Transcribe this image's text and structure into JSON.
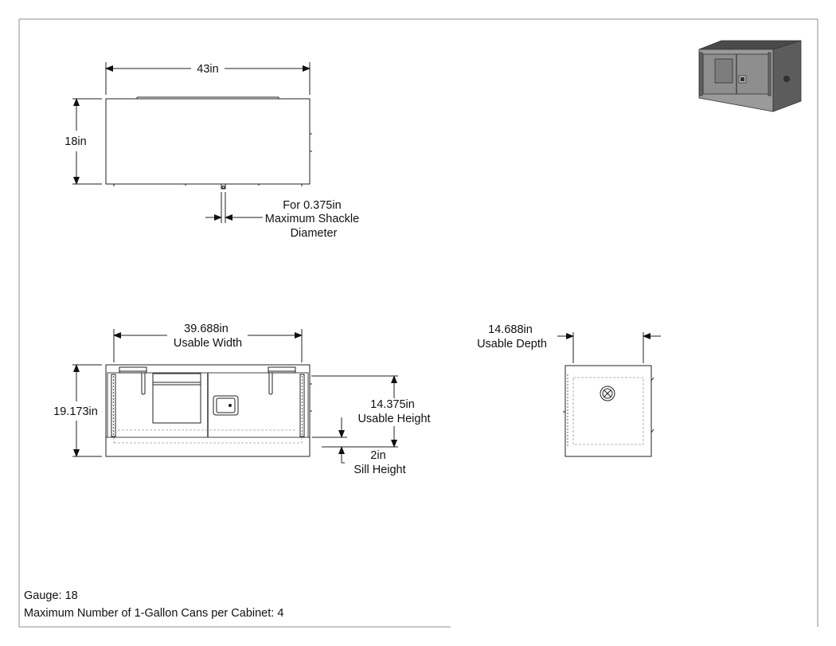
{
  "top_view": {
    "width_label": "43in",
    "height_label": "18in",
    "shackle_note": [
      "For 0.375in",
      "Maximum Shackle",
      "Diameter"
    ]
  },
  "front_view": {
    "width_label": [
      "39.688in",
      "Usable Width"
    ],
    "height_label": "19.173in",
    "usable_height_label": [
      "14.375in",
      "Usable Height"
    ],
    "sill_label": [
      "2in",
      "Sill Height"
    ]
  },
  "side_view": {
    "depth_label": [
      "14.688in",
      "Usable Depth"
    ]
  },
  "notes": {
    "gauge": "Gauge: 18",
    "max_cans": "Maximum Number of 1-Gallon Cans per Cabinet: 4"
  },
  "colors": {
    "line": "#222222",
    "hidden_line": "#9a9a9a",
    "border": "#8c8c8c",
    "iso_dark": "#4a4a4a",
    "iso_mid": "#5c5c5c",
    "iso_light": "#9a9a9a"
  }
}
